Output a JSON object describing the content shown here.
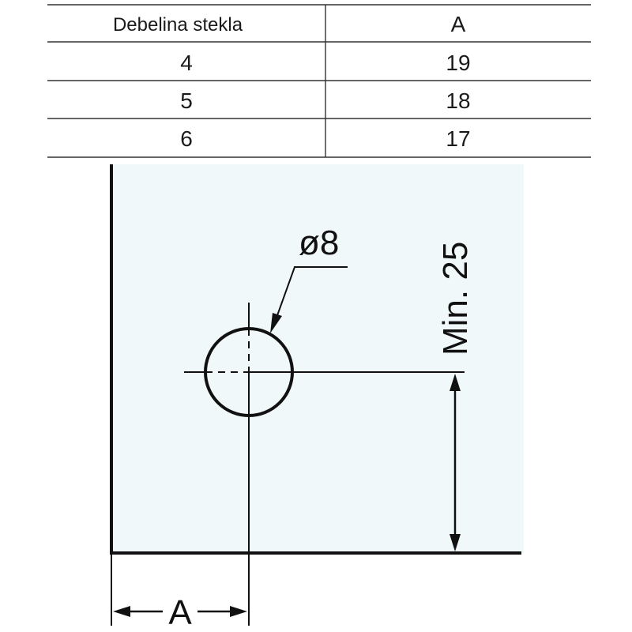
{
  "table": {
    "headers": [
      "Debelina stekla",
      "A"
    ],
    "rows": [
      [
        "4",
        "19"
      ],
      [
        "5",
        "18"
      ],
      [
        "6",
        "17"
      ]
    ]
  },
  "drawing": {
    "hole_label": "ø8",
    "vertical_dim_label": "Min. 25",
    "horizontal_dim_label": "A",
    "glass_color": "#f1f8f9",
    "line_color": "#111111"
  }
}
